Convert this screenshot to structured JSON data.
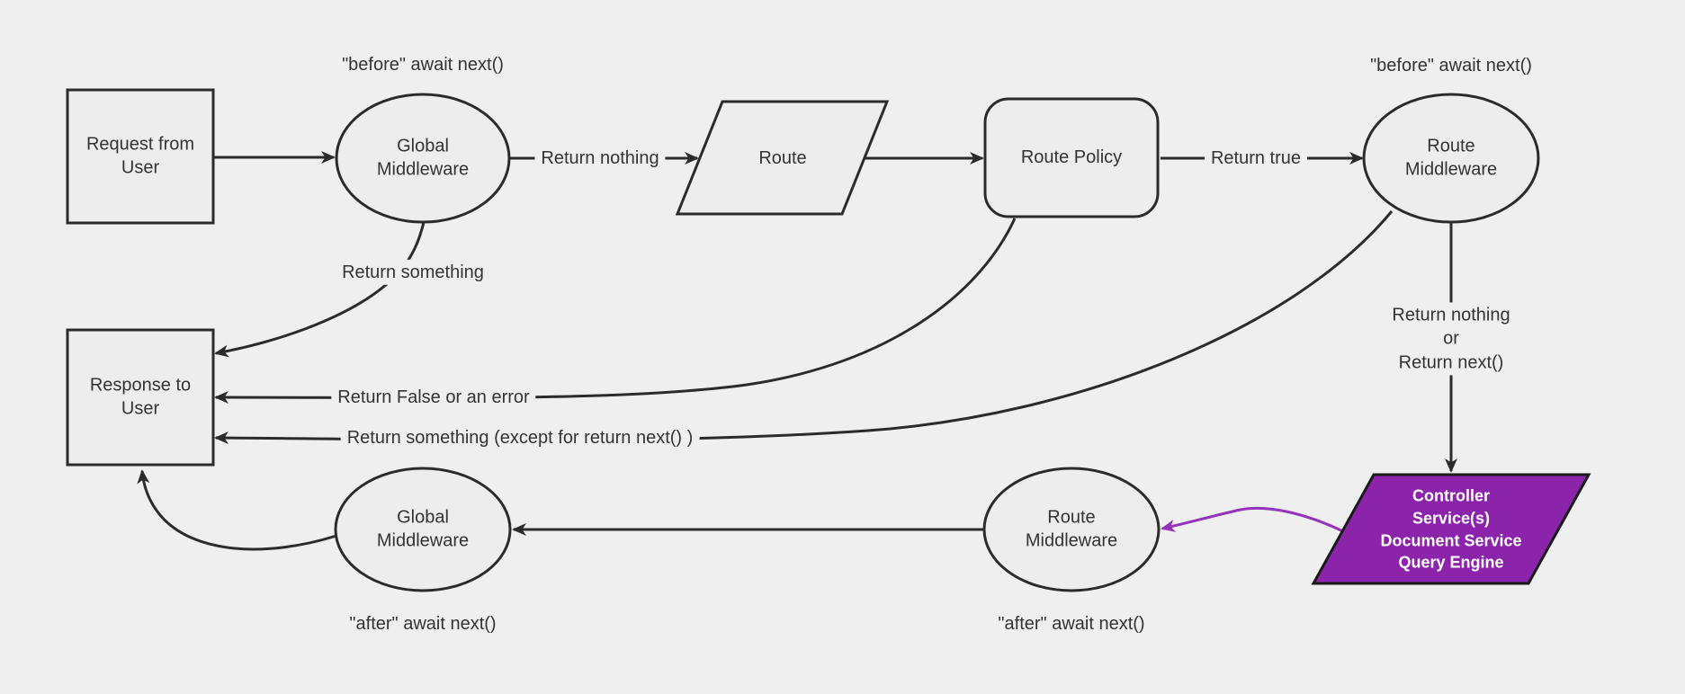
{
  "diagram": {
    "type": "flowchart",
    "colors": {
      "background": "#efefef",
      "node_fill": "#ededed",
      "node_border": "#2b2b2b",
      "edge": "#2b2b2b",
      "text": "#333333",
      "accent_fill": "#8b23ab",
      "accent_border": "#1a1a1a",
      "accent_edge": "#9633bb",
      "accent_text": "#ffffff"
    },
    "nodes": {
      "request": {
        "label": "Request from\nUser",
        "shape": "rectangle"
      },
      "global_mw_top": {
        "label": "Global\nMiddleware",
        "shape": "ellipse"
      },
      "route": {
        "label": "Route",
        "shape": "parallelogram"
      },
      "route_policy": {
        "label": "Route Policy",
        "shape": "rounded-rectangle"
      },
      "route_mw_top": {
        "label": "Route\nMiddleware",
        "shape": "ellipse"
      },
      "response": {
        "label": "Response to\nUser",
        "shape": "rectangle"
      },
      "controller": {
        "label": "Controller\nService(s)\nDocument Service\nQuery Engine",
        "shape": "parallelogram"
      },
      "route_mw_bottom": {
        "label": "Route\nMiddleware",
        "shape": "ellipse"
      },
      "global_mw_bottom": {
        "label": "Global\nMiddleware",
        "shape": "ellipse"
      }
    },
    "annotations": {
      "before_left": "\"before\" await next()",
      "before_right": "\"before\" await next()",
      "after_left": "\"after\" await next()",
      "after_middle": "\"after\" await next()"
    },
    "edge_labels": {
      "return_nothing": "Return nothing",
      "return_true": "Return true",
      "return_something": "Return something",
      "return_false": "Return False or an error",
      "return_something_except": "Return something (except for return next() )",
      "return_nothing_or_next": "Return nothing\nor\nReturn next()"
    }
  }
}
